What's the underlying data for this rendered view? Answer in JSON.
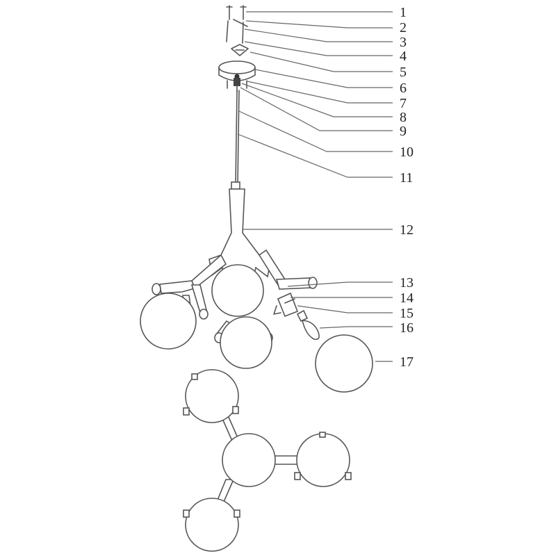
{
  "callouts": [
    "1",
    "2",
    "3",
    "4",
    "5",
    "6",
    "7",
    "8",
    "9",
    "10",
    "11",
    "12",
    "13",
    "14",
    "15",
    "16",
    "17"
  ]
}
